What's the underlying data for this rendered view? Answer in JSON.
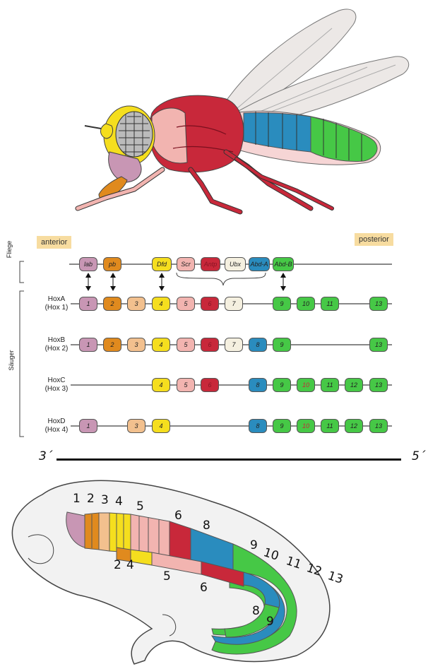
{
  "fly_section": {
    "anterior": "anterior",
    "posterior": "posterior"
  },
  "rows": {
    "fly": "Fliege",
    "mammal": "Säuger",
    "hoxA": [
      "HoxA",
      "(Hox 1)"
    ],
    "hoxB": [
      "HoxB",
      "(Hox 2)"
    ],
    "hoxC": [
      "HoxC",
      "(Hox 3)"
    ],
    "hoxD": [
      "HoxD",
      "(Hox 4)"
    ]
  },
  "fly_genes": [
    "lab",
    "pb",
    "Dfd",
    "Scr",
    "Antp",
    "Ubx",
    "Abd-A",
    "Abd-B"
  ],
  "hoxA_genes": [
    "1",
    "2",
    "3",
    "4",
    "5",
    "6",
    "7",
    "9",
    "10",
    "11",
    "13"
  ],
  "hoxB_genes": [
    "1",
    "2",
    "3",
    "4",
    "5",
    "6",
    "7",
    "8",
    "9",
    "13"
  ],
  "hoxC_genes": [
    "4",
    "5",
    "6",
    "8",
    "9",
    "10",
    "11",
    "12",
    "13"
  ],
  "hoxD_genes": [
    "1",
    "3",
    "4",
    "8",
    "9",
    "10",
    "11",
    "12",
    "13"
  ],
  "axis": {
    "left": "3´",
    "right": "5´"
  },
  "embryo_numbers": {
    "top": [
      "1",
      "2",
      "3",
      "4",
      "5",
      "6",
      "8",
      "9",
      "10",
      "11",
      "12",
      "13"
    ],
    "inner": [
      "2",
      "4",
      "5",
      "6",
      "8",
      "9"
    ]
  },
  "colors": {
    "purple": "#c896b4",
    "orange": "#e08a1e",
    "peach": "#f2c08e",
    "yellow": "#f5de1e",
    "pink": "#f2b4b0",
    "red": "#c8283a",
    "cream": "#f5f0e0",
    "blue": "#2a8cbe",
    "green": "#46c846"
  }
}
